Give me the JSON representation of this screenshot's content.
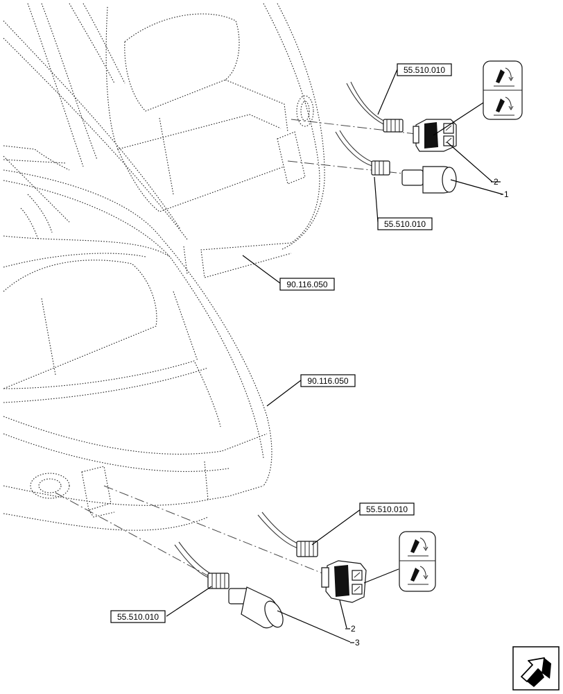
{
  "references": {
    "ref_top_wiring": "55.510.010",
    "ref_mid_wiring": "55.510.010",
    "ref_top_cab": "90.116.050",
    "ref_lower_cab": "90.116.050",
    "ref_lower_wiring_right": "55.510.010",
    "ref_lower_wiring_left": "55.510.010"
  },
  "callouts": {
    "top_switch": "2",
    "top_plug": "1",
    "lower_switch": "2",
    "lower_plug": "3"
  },
  "icons": {
    "switch_up": "lever-up-icon",
    "switch_down": "lever-down-icon",
    "corner_arrow": "navigation-arrow-icon"
  }
}
